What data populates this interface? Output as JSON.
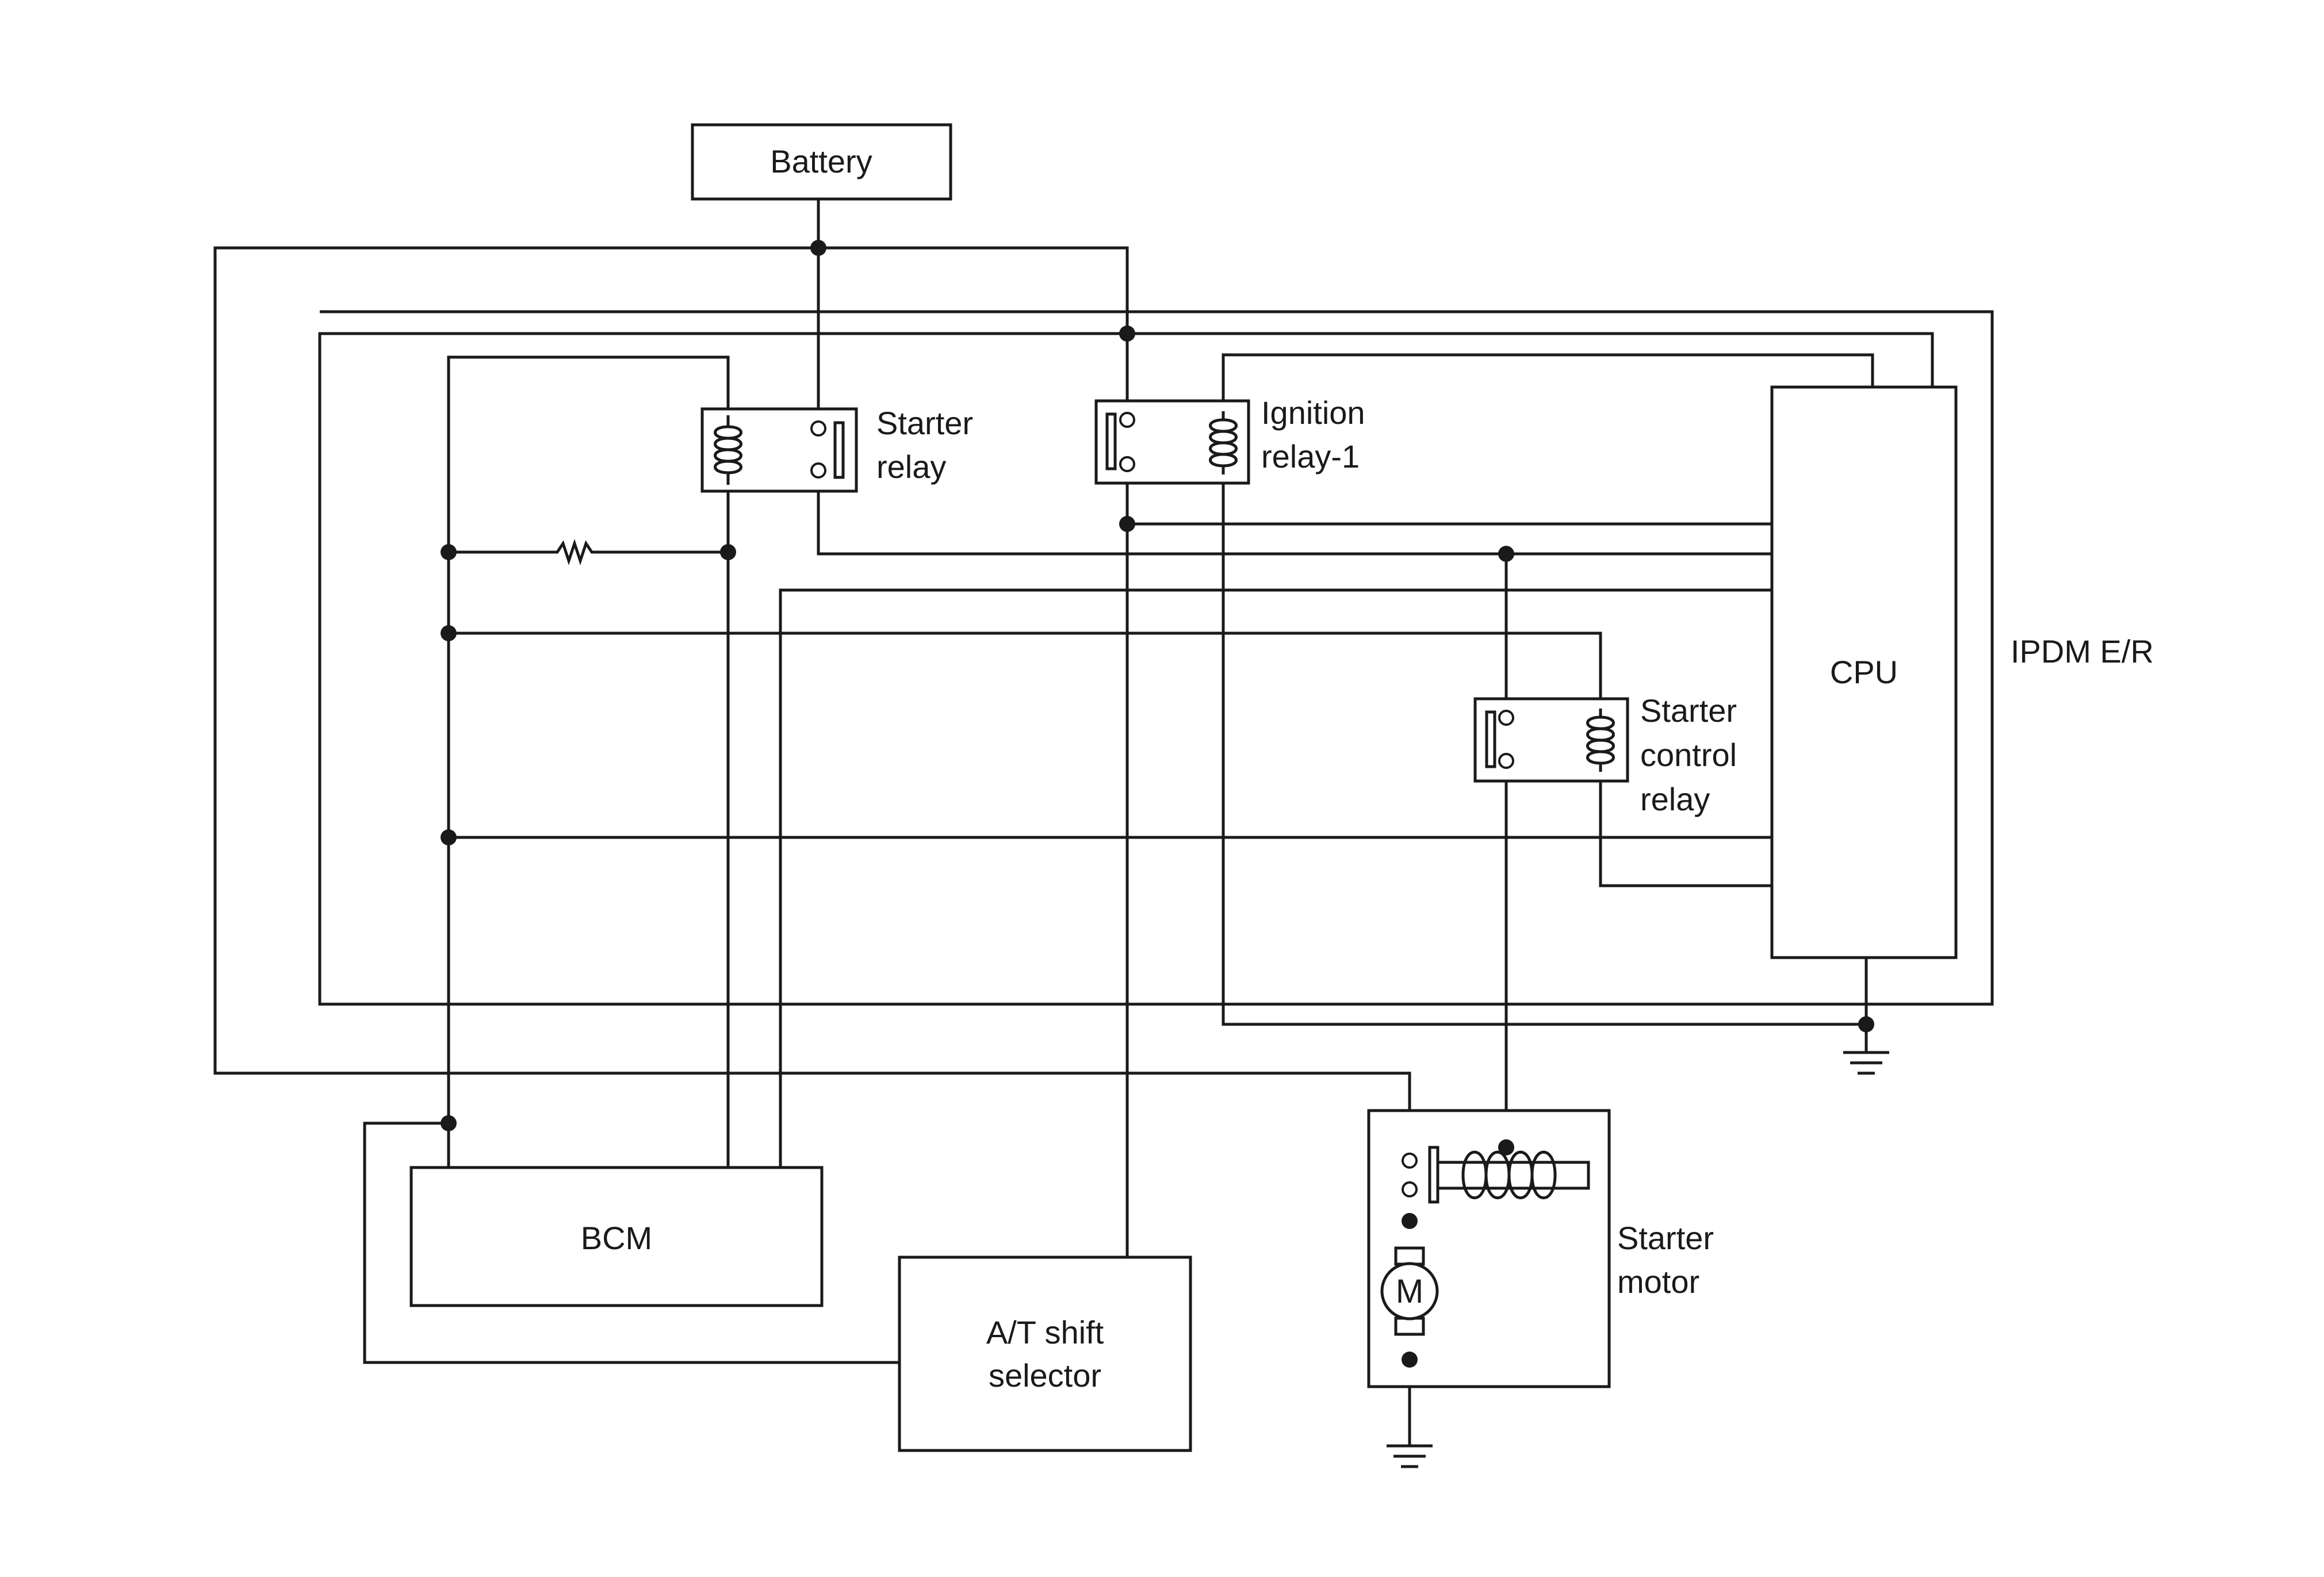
{
  "labels": {
    "battery": "Battery",
    "starter_relay": [
      "Starter",
      "relay"
    ],
    "ignition_relay": [
      "Ignition",
      "relay-1"
    ],
    "cpu": "CPU",
    "ipdm": "IPDM E/R",
    "starter_control_relay": [
      "Starter",
      "control",
      "relay"
    ],
    "bcm": "BCM",
    "at_shift_selector": [
      "A/T shift",
      "selector"
    ],
    "starter_motor": [
      "Starter",
      "motor"
    ],
    "motor_symbol": "M"
  }
}
